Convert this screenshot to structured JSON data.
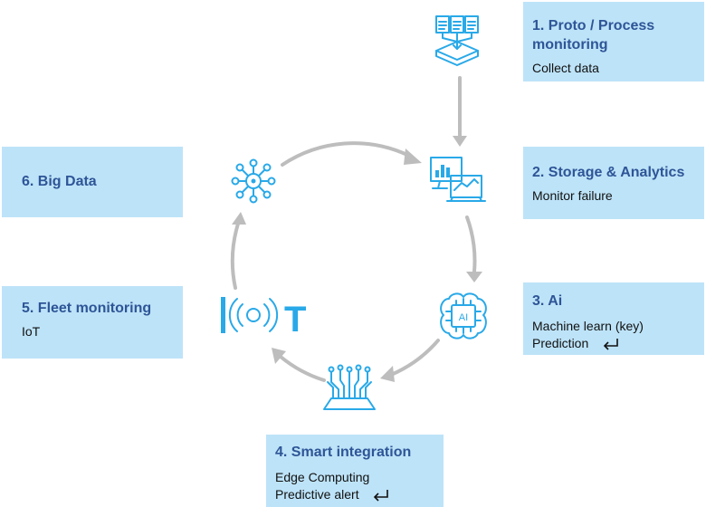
{
  "steps": [
    {
      "title": "1. Proto / Process monitoring",
      "lines": [
        "Collect data"
      ]
    },
    {
      "title": "2. Storage & Analytics",
      "lines": [
        "Monitor failure"
      ]
    },
    {
      "title": "3. Ai",
      "lines": [
        "Machine learn (key)",
        "Prediction"
      ]
    },
    {
      "title": "4. Smart integration",
      "lines": [
        "Edge Computing",
        "Predictive alert"
      ]
    },
    {
      "title": "5. Fleet monitoring",
      "lines": [
        "IoT"
      ]
    },
    {
      "title": "6. Big Data",
      "lines": []
    }
  ],
  "icons": {
    "step1": "documents-to-tray-icon",
    "step2": "analytics-monitors-icon",
    "step3": "ai-chip-brain-icon",
    "step4": "circuit-hand-icon",
    "step5": "iot-icon",
    "step6": "network-nodes-icon",
    "enter": "enter-return-icon"
  },
  "ai_chip_text": "AI",
  "iot_text": "T",
  "colors": {
    "box_fill": "#bde3f8",
    "title": "#2e5597",
    "icon": "#29a9e8",
    "arrow": "#bdbdbd"
  }
}
